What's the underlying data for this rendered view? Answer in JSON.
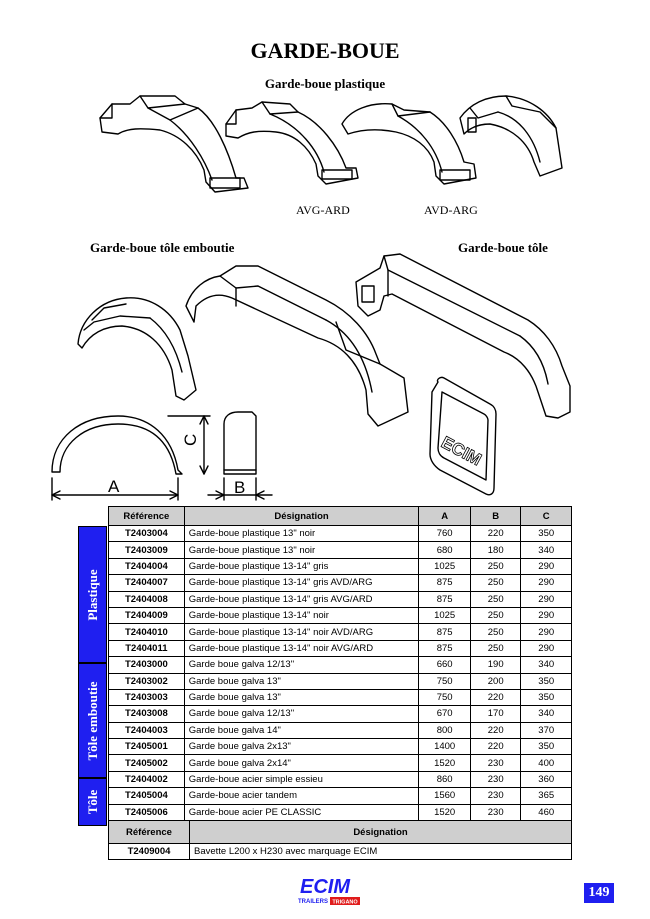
{
  "title": "GARDE-BOUE",
  "subtitles": {
    "plastique": "Garde-boue plastique",
    "avg_ard": "AVG-ARD",
    "avd_arg": "AVD-ARG",
    "tole_emboutie": "Garde-boue tôle emboutie",
    "tole": "Garde-boue tôle"
  },
  "drawing": {
    "dim_a": "A",
    "dim_b": "B",
    "dim_c": "C",
    "flap_brand": "ECIM"
  },
  "table": {
    "headers": [
      "Référence",
      "Désignation",
      "A",
      "B",
      "C"
    ],
    "categories": [
      "Plastique",
      "Tôle emboutie",
      "Tôle"
    ],
    "rows": [
      {
        "ref": "T2403004",
        "des": "Garde-boue plastique 13\" noir",
        "a": "760",
        "b": "220",
        "c": "350"
      },
      {
        "ref": "T2403009",
        "des": "Garde-boue plastique 13\" noir",
        "a": "680",
        "b": "180",
        "c": "340"
      },
      {
        "ref": "T2404004",
        "des": "Garde-boue plastique 13-14\" gris",
        "a": "1025",
        "b": "250",
        "c": "290"
      },
      {
        "ref": "T2404007",
        "des": "Garde-boue plastique 13-14\" gris AVD/ARG",
        "a": "875",
        "b": "250",
        "c": "290"
      },
      {
        "ref": "T2404008",
        "des": "Garde-boue plastique 13-14\" gris AVG/ARD",
        "a": "875",
        "b": "250",
        "c": "290"
      },
      {
        "ref": "T2404009",
        "des": "Garde-boue plastique 13-14\" noir",
        "a": "1025",
        "b": "250",
        "c": "290"
      },
      {
        "ref": "T2404010",
        "des": "Garde-boue plastique 13-14\" noir AVD/ARG",
        "a": "875",
        "b": "250",
        "c": "290"
      },
      {
        "ref": "T2404011",
        "des": "Garde-boue plastique 13-14\" noir AVG/ARD",
        "a": "875",
        "b": "250",
        "c": "290"
      },
      {
        "ref": "T2403000",
        "des": "Garde boue galva 12/13\"",
        "a": "660",
        "b": "190",
        "c": "340"
      },
      {
        "ref": "T2403002",
        "des": "Garde boue galva 13\"",
        "a": "750",
        "b": "200",
        "c": "350"
      },
      {
        "ref": "T2403003",
        "des": "Garde boue galva 13\"",
        "a": "750",
        "b": "220",
        "c": "350"
      },
      {
        "ref": "T2403008",
        "des": "Garde boue galva 12/13\"",
        "a": "670",
        "b": "170",
        "c": "340"
      },
      {
        "ref": "T2404003",
        "des": "Garde boue galva 14\"",
        "a": "800",
        "b": "220",
        "c": "370"
      },
      {
        "ref": "T2405001",
        "des": "Garde boue galva 2x13\"",
        "a": "1400",
        "b": "220",
        "c": "350"
      },
      {
        "ref": "T2405002",
        "des": "Garde boue galva 2x14\"",
        "a": "1520",
        "b": "230",
        "c": "400"
      },
      {
        "ref": "T2404002",
        "des": "Garde-boue acier simple essieu",
        "a": "860",
        "b": "230",
        "c": "360"
      },
      {
        "ref": "T2405004",
        "des": "Garde-boue acier tandem",
        "a": "1560",
        "b": "230",
        "c": "365"
      },
      {
        "ref": "T2405006",
        "des": "Garde-boue acier PE CLASSIC",
        "a": "1520",
        "b": "230",
        "c": "460"
      }
    ]
  },
  "bavette": {
    "headers": [
      "Référence",
      "Désignation"
    ],
    "row": {
      "ref": "T2409004",
      "des": "Bavette L200 x H230 avec marquage ECIM"
    }
  },
  "footer": {
    "logo_text": "ECIM",
    "logo_sub": "TRAILERS",
    "logo_tag": "TRIGANO",
    "page_number": "149"
  },
  "colors": {
    "accent_blue": "#1f1ff0",
    "header_gray": "#cfcfcf",
    "logo_red": "#e01b1b"
  }
}
